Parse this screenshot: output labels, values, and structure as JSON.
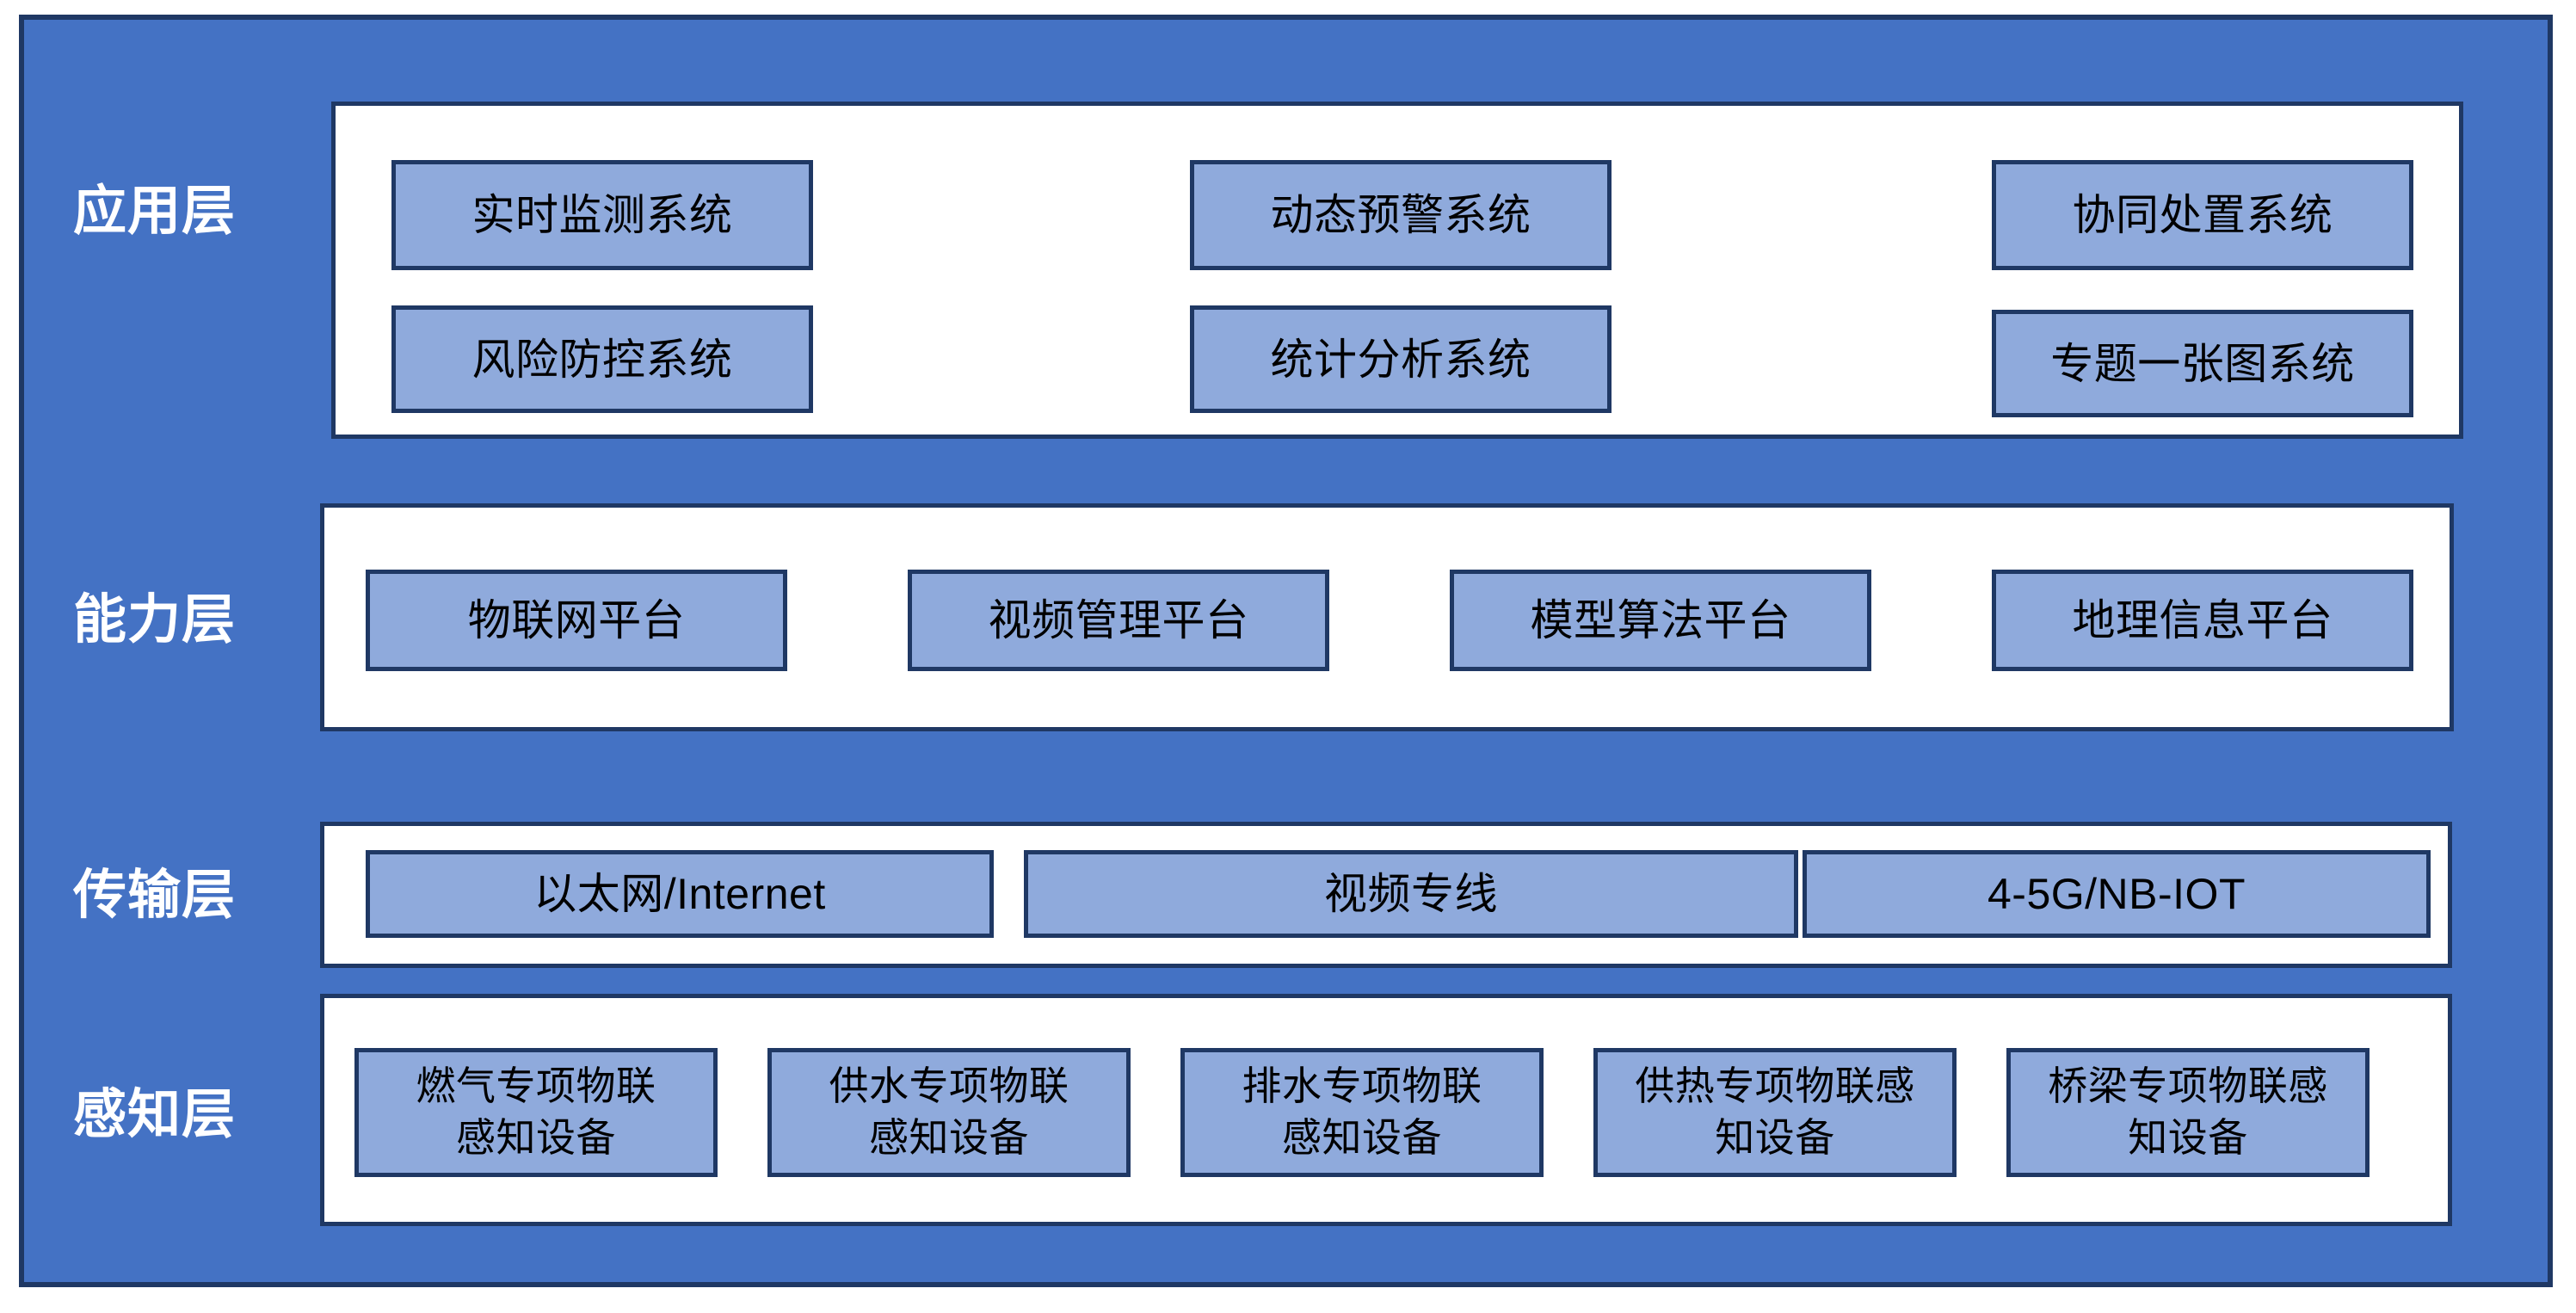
{
  "diagram": {
    "title_colors": {
      "frame_fill": "#4472C4",
      "frame_border": "#1F3864",
      "panel_fill": "#FFFFFF",
      "panel_border": "#1F3864",
      "node_fill": "#8FAADC",
      "node_border": "#1F3864",
      "label_text": "#FFFFFF",
      "node_text": "#000000"
    },
    "layers": [
      {
        "key": "application",
        "label": "应用层",
        "nodes": [
          {
            "label": "实时监测系统"
          },
          {
            "label": "动态预警系统"
          },
          {
            "label": "协同处置系统"
          },
          {
            "label": "风险防控系统"
          },
          {
            "label": "统计分析系统"
          },
          {
            "label": "专题一张图系统"
          }
        ]
      },
      {
        "key": "capability",
        "label": "能力层",
        "nodes": [
          {
            "label": "物联网平台"
          },
          {
            "label": "视频管理平台"
          },
          {
            "label": "模型算法平台"
          },
          {
            "label": "地理信息平台"
          }
        ]
      },
      {
        "key": "transmission",
        "label": "传输层",
        "nodes": [
          {
            "label": "以太网/Internet"
          },
          {
            "label": "视频专线"
          },
          {
            "label": "4-5G/NB-IOT"
          }
        ]
      },
      {
        "key": "perception",
        "label": "感知层",
        "nodes": [
          {
            "label": "燃气专项物联\n感知设备"
          },
          {
            "label": "供水专项物联\n感知设备"
          },
          {
            "label": "排水专项物联\n感知设备"
          },
          {
            "label": "供热专项物联感\n知设备"
          },
          {
            "label": "桥梁专项物联感\n知设备"
          }
        ]
      }
    ]
  }
}
